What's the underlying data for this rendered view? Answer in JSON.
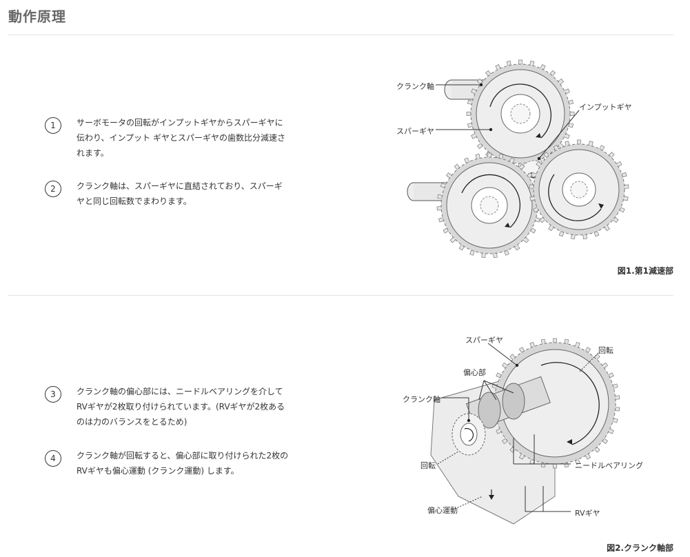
{
  "page_title": "動作原理",
  "steps": [
    {
      "num": "1",
      "text": "サーボモータの回転がインプットギヤからスパーギヤに伝わり、インプット ギヤとスパーギヤの歯数比分減速されます。"
    },
    {
      "num": "2",
      "text": "クランク軸は、スパーギヤに直結されており、スパーギヤと同じ回転数でまわります。"
    },
    {
      "num": "3",
      "text": "クランク軸の偏心部には、ニードルベアリングを介してRVギヤが2枚取り付けられています。(RVギヤが2枚あるのは力のバランスをとるため)"
    },
    {
      "num": "4",
      "text": "クランク軸が回転すると、偏心部に取り付けられた2枚のRVギヤも偏心運動 (クランク運動) します。"
    }
  ],
  "figure1": {
    "labels": {
      "crank_shaft": "クランク軸",
      "spur_gear": "スパーギヤ",
      "input_gear": "インプットギヤ"
    },
    "caption": "図1.第1減速部"
  },
  "figure2": {
    "labels": {
      "spur_gear": "スパーギヤ",
      "rotation_top": "回転",
      "eccentric": "偏心部",
      "crank_shaft": "クランク軸",
      "rotation_left": "回転",
      "needle_bearing": "ニードルベアリング",
      "eccentric_motion": "偏心運動",
      "rv_gear": "RVギヤ"
    },
    "caption": "図2.クランク軸部"
  }
}
